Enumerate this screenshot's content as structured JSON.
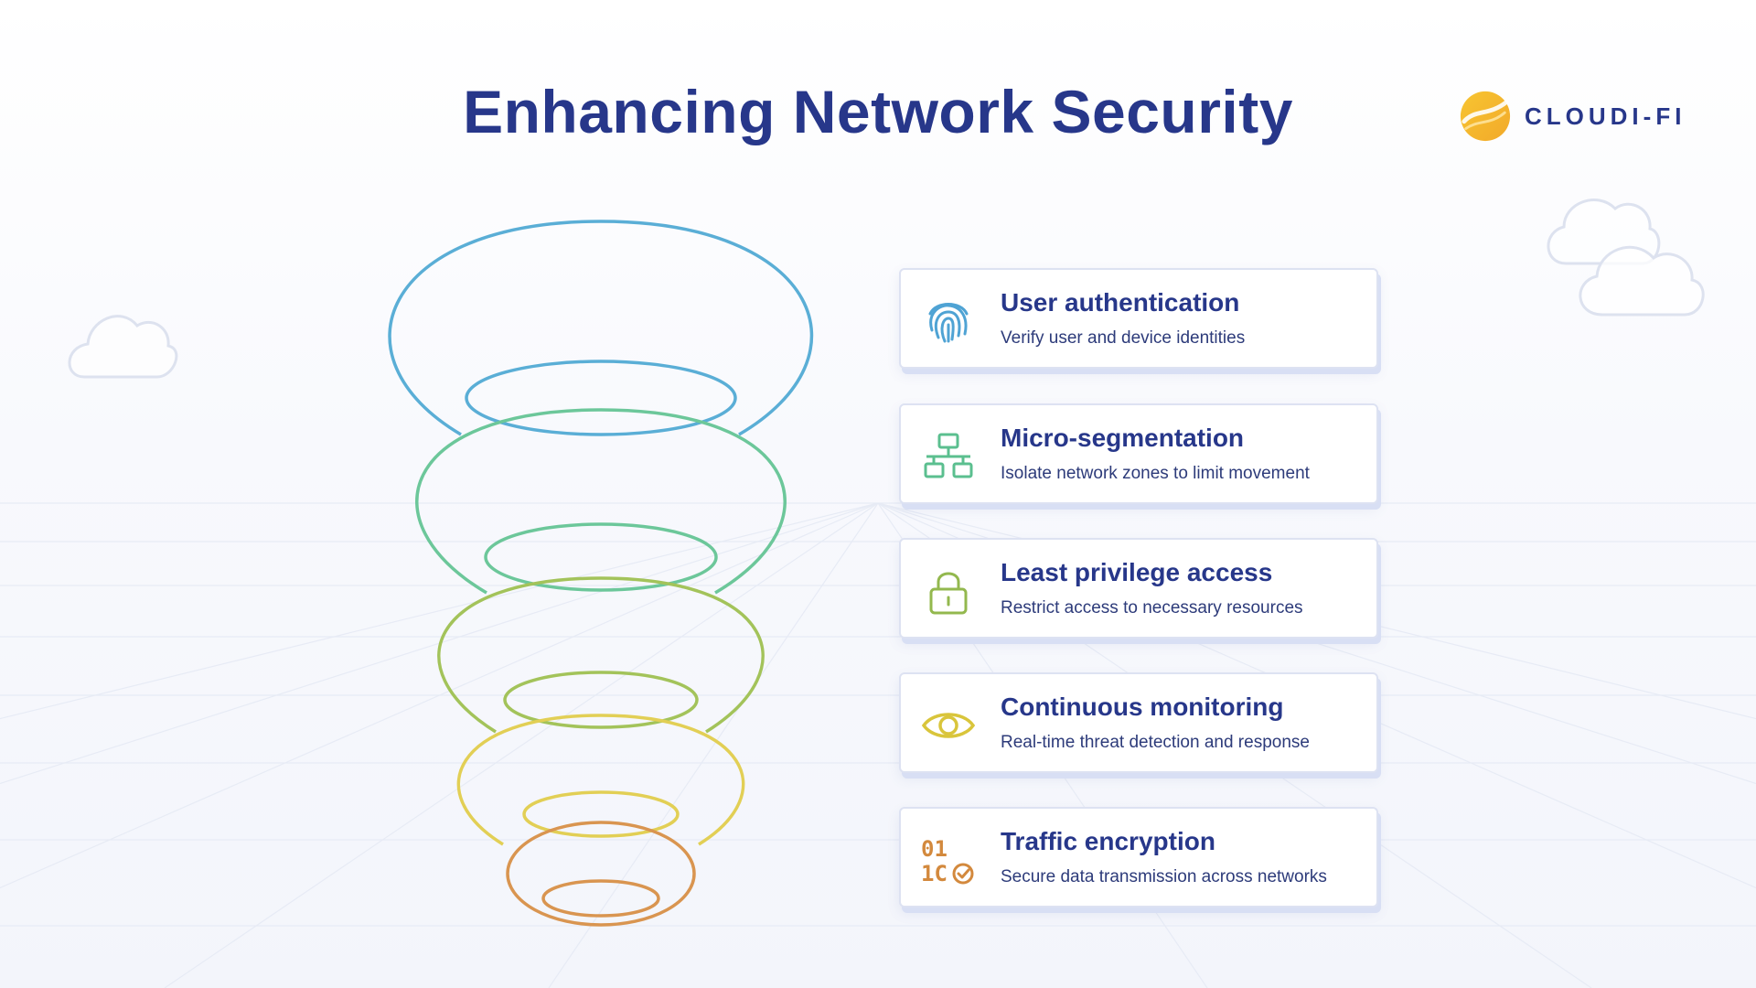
{
  "title": "Enhancing Network Security",
  "logo": {
    "text": "CLOUDI-FI"
  },
  "colors": {
    "title": "#27378a",
    "ring_1": "#5aaed6",
    "ring_2": "#6cc79a",
    "ring_3": "#a3c35a",
    "ring_4": "#e2cf55",
    "ring_5": "#d99550"
  },
  "cards": [
    {
      "title": "User authentication",
      "desc": "Verify user and device identities",
      "icon": "fingerprint-icon",
      "color": "#4fa3d4"
    },
    {
      "title": "Micro-segmentation",
      "desc": "Isolate network zones to limit movement",
      "icon": "network-icon",
      "color": "#5bbf8f"
    },
    {
      "title": "Least privilege access",
      "desc": "Restrict access to necessary resources",
      "icon": "lock-icon",
      "color": "#93b84e"
    },
    {
      "title": "Continuous monitoring",
      "desc": "Real-time threat detection and response",
      "icon": "eye-icon",
      "color": "#d9c53b"
    },
    {
      "title": "Traffic encryption",
      "desc": "Secure data transmission across networks",
      "icon": "binary-check-icon",
      "color": "#d3893d"
    }
  ]
}
